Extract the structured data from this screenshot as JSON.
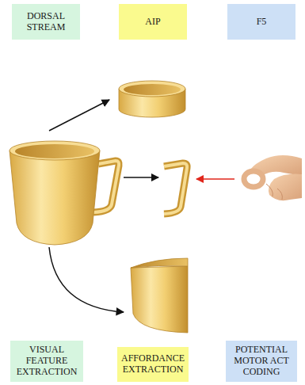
{
  "diagram": {
    "nodes": [
      {
        "text": [
          "DORSAL STREAM"
        ]
      },
      {
        "text": [
          "AIP"
        ]
      },
      {
        "text": [
          "F5"
        ]
      },
      {
        "text": [
          "VISUAL FEATURE EXTRACTION"
        ]
      },
      {
        "text": [
          "AFFORDANCE EXTRACTION"
        ]
      },
      {
        "text": [
          "POTENTIAL MOTOR ACT CODING"
        ]
      }
    ]
  }
}
